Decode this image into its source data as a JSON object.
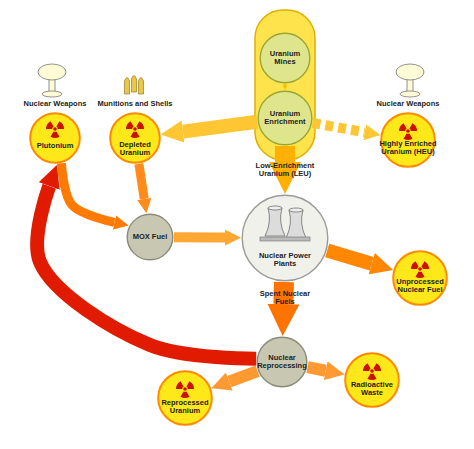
{
  "diagram": {
    "nodes": [
      {
        "text": [
          "Uranium Mines"
        ]
      },
      {
        "text": [
          "Nuclear Weapons",
          "Plutonium"
        ]
      },
      {
        "text": [
          "Munitions and Shells",
          "Depleted Uranium"
        ]
      },
      {
        "text": [
          "Uranium Enrichment"
        ]
      },
      {
        "text": [
          "Nuclear Weapons",
          "Highly Enriched Uranium (HEU)"
        ]
      },
      {
        "text": [
          "MOX Fuel"
        ]
      },
      {
        "text": [
          "Nuclear Power Plants"
        ]
      },
      {
        "text": [
          "Unprocessed Nuclear Fuel"
        ]
      },
      {
        "text": [
          "Nuclear Reprocessing"
        ]
      },
      {
        "text": [
          "Reprocessed Uranium"
        ]
      },
      {
        "text": [
          "Radioactive Waste"
        ]
      }
    ],
    "edges": [
      {
        "from": 0,
        "to": 3,
        "arrow": "to"
      },
      {
        "from": 3,
        "to": 2,
        "arrow": "to"
      },
      {
        "from": 3,
        "to": 4,
        "arrow": "to"
      },
      {
        "from": 3,
        "to": 6,
        "label": "Low-Enrichment Uranium (LEU)",
        "arrow": "to"
      },
      {
        "from": 1,
        "to": 5,
        "arrow": "to"
      },
      {
        "from": 2,
        "to": 5,
        "arrow": "to"
      },
      {
        "from": 5,
        "to": 6,
        "arrow": "to"
      },
      {
        "from": 6,
        "to": 7,
        "arrow": "to"
      },
      {
        "from": 6,
        "to": 8,
        "label": "Spent Nuclear Fuels",
        "arrow": "to"
      },
      {
        "from": 8,
        "to": 1,
        "arrow": "to"
      },
      {
        "from": 8,
        "to": 9,
        "arrow": "to"
      },
      {
        "from": 8,
        "to": 10,
        "arrow": "to"
      }
    ]
  }
}
